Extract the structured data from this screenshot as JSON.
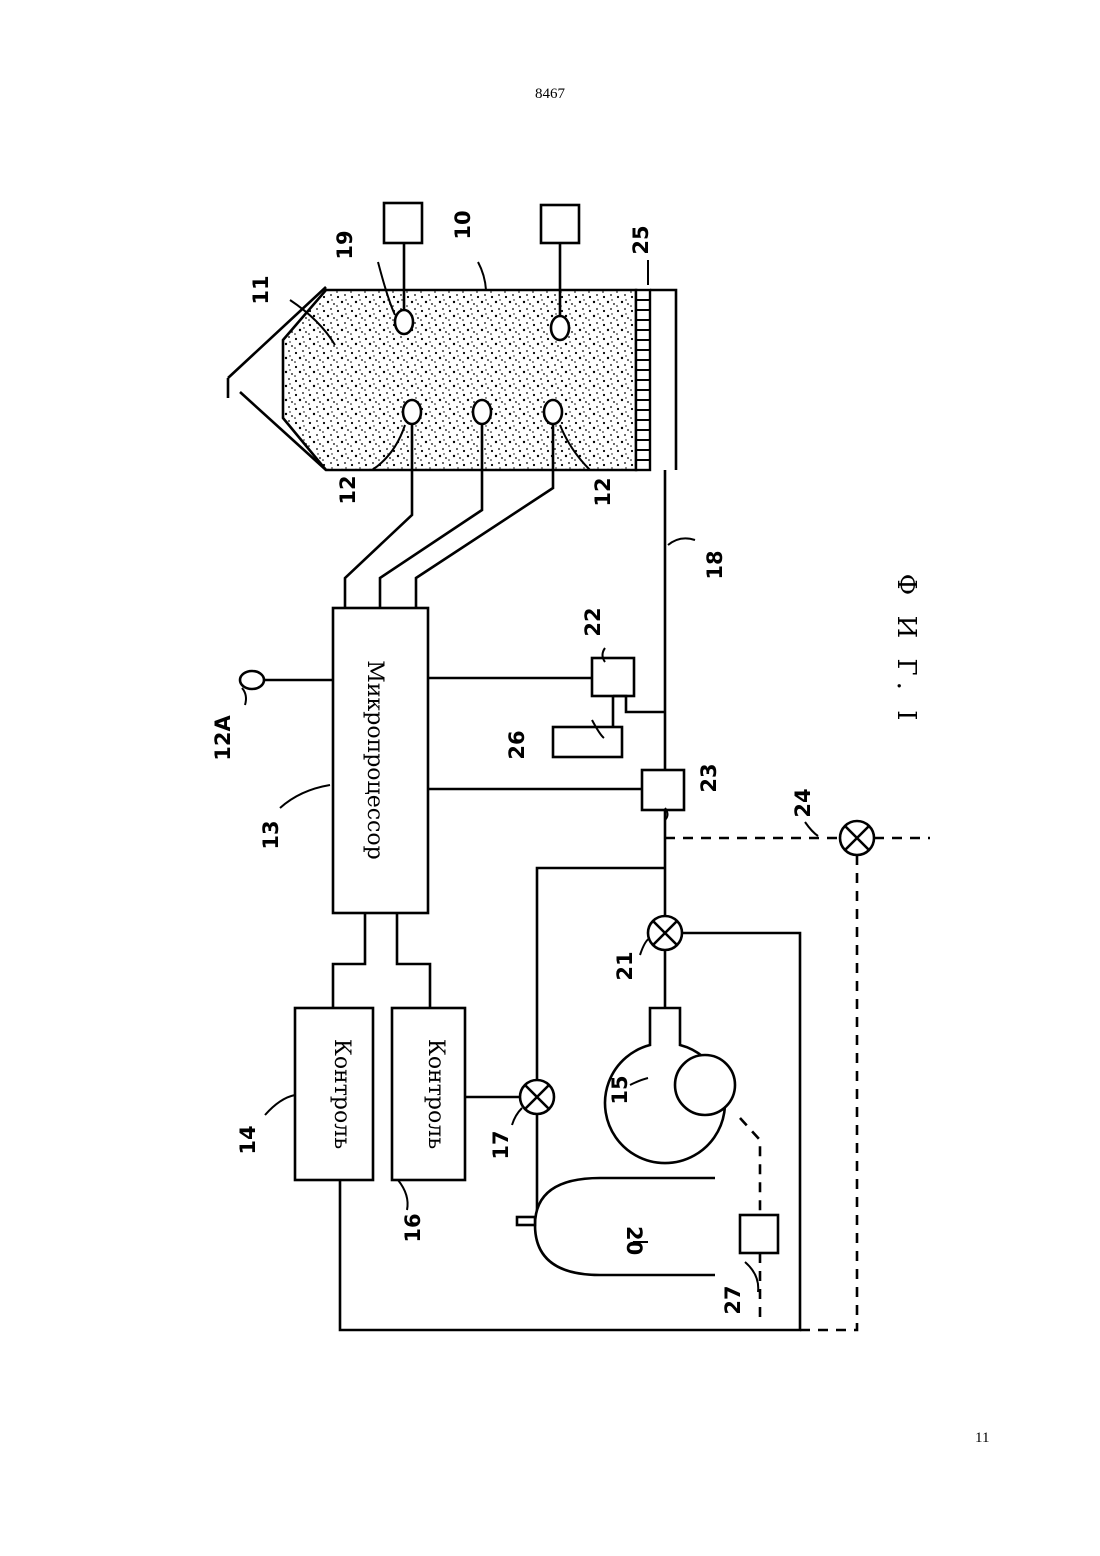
{
  "header": {
    "doc_number": "8467"
  },
  "footer": {
    "page_number": "11"
  },
  "figure": {
    "caption": "Ф И Г. I",
    "microprocessor_label": "Микропроцессор",
    "control_14_label": "Контроль",
    "control_16_label": "Контроль",
    "tank_label": "20",
    "refs": {
      "r10": "10",
      "r11": "11",
      "r12a": "12",
      "r12b": "12",
      "r12A": "12A",
      "r13": "13",
      "r14": "14",
      "r15": "15",
      "r16": "16",
      "r17": "17",
      "r18": "18",
      "r19": "19",
      "r21": "21",
      "r22": "22",
      "r23": "23",
      "r24": "24",
      "r25": "25",
      "r26": "26",
      "r27": "27"
    }
  }
}
